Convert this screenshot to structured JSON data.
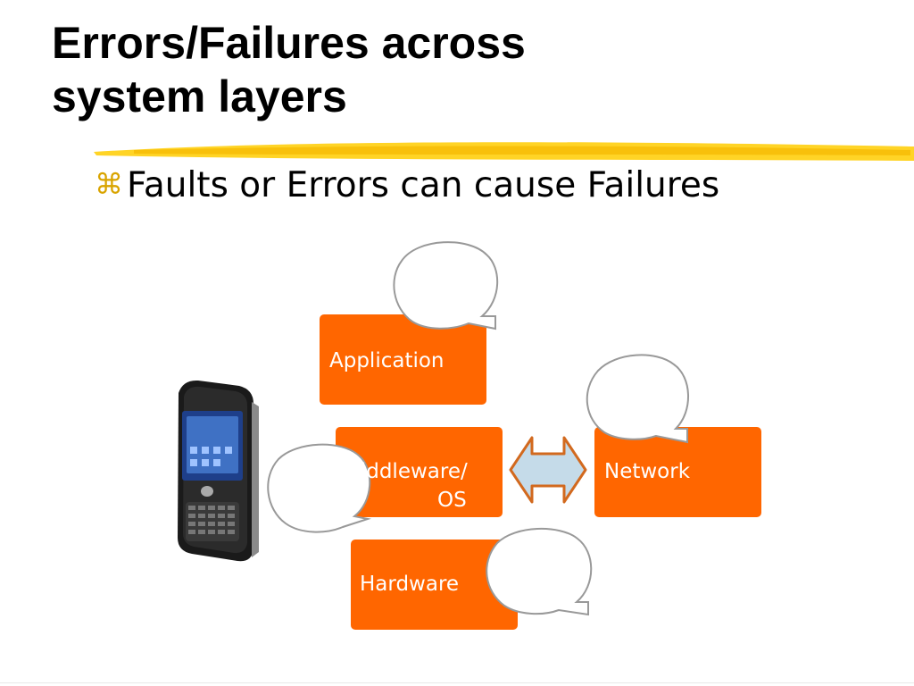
{
  "slide": {
    "title_line1": "Errors/Failures across",
    "title_line2": "system layers",
    "bullet_symbol": "⌘",
    "bullet_text": "Faults or Errors can cause Failures"
  },
  "diagram": {
    "layers": {
      "application": "Application",
      "middleware_line1": "Middleware/",
      "middleware_line2": "OS",
      "hardware": "Hardware",
      "network": "Network"
    },
    "colors": {
      "box_fill": "#ff6600",
      "arrow_fill": "#c5dbe9",
      "arrow_stroke": "#d2691e",
      "title_stroke": "#ffcc00",
      "bubble_stroke": "#999999"
    },
    "icons": [
      "mobile-phone-icon",
      "double-arrow-icon",
      "speech-bubble-icon"
    ]
  }
}
